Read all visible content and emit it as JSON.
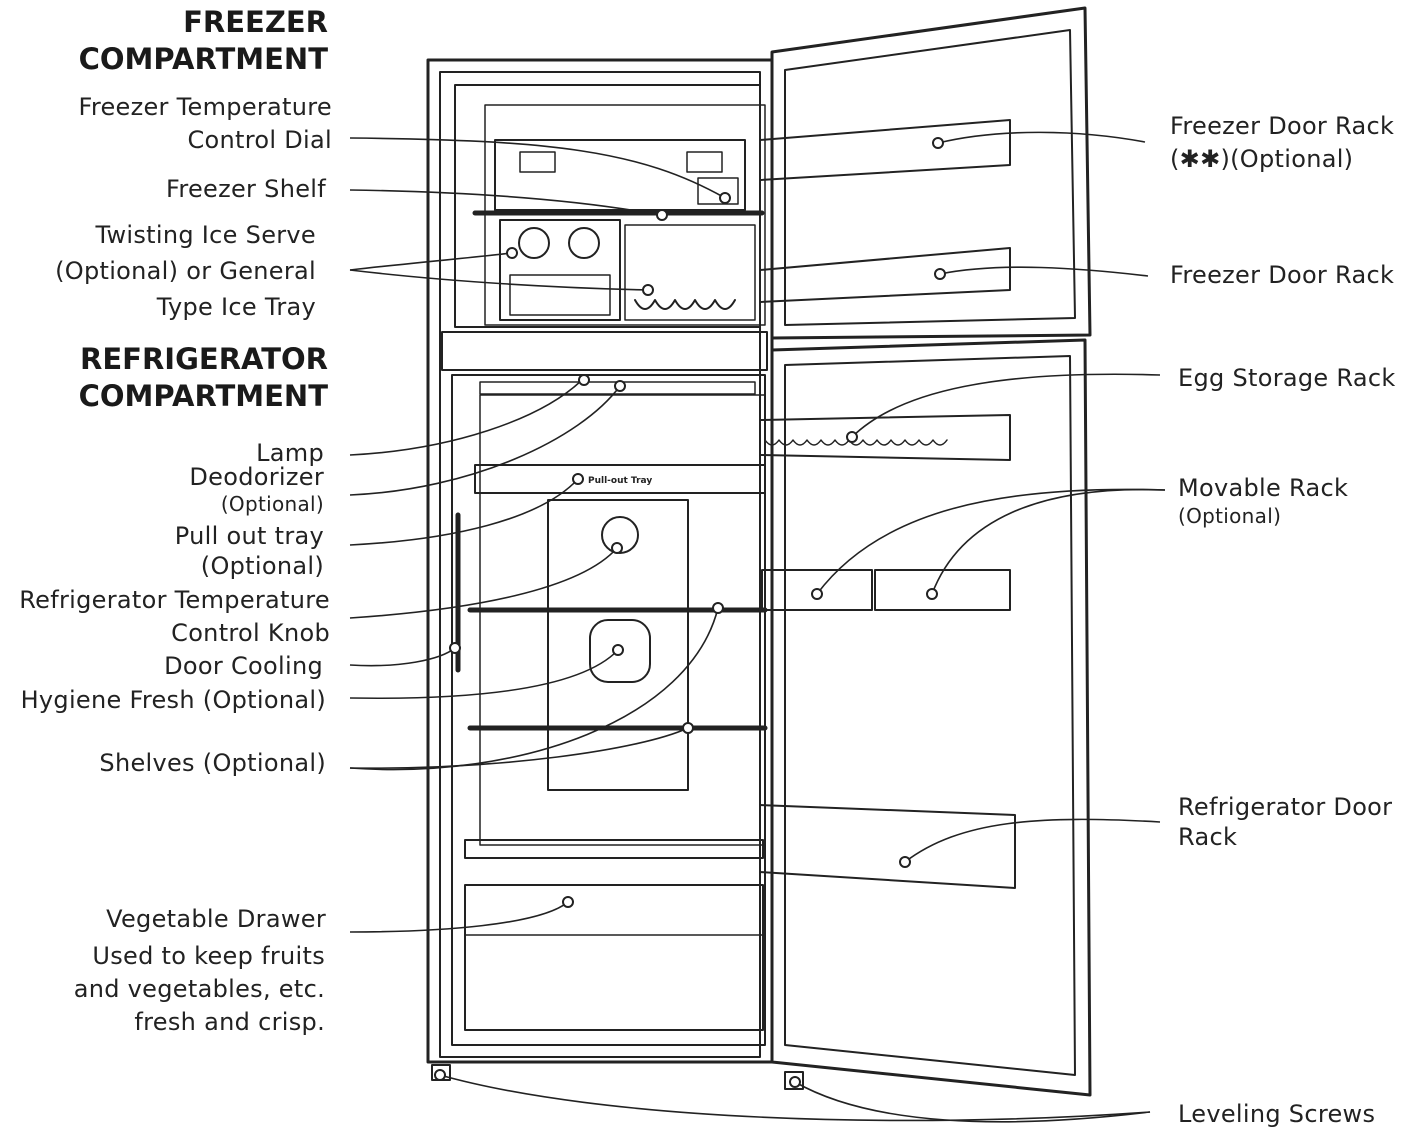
{
  "headings": {
    "freezer": [
      "FREEZER",
      "COMPARTMENT"
    ],
    "refrigerator": [
      "REFRIGERATOR",
      "COMPARTMENT"
    ]
  },
  "left_labels": {
    "freezer_temp_dial": [
      "Freezer Temperature",
      "Control Dial"
    ],
    "freezer_shelf": "Freezer Shelf",
    "ice_serve": [
      "Twisting Ice Serve",
      "(Optional) or General",
      "Type Ice Tray"
    ],
    "lamp": "Lamp",
    "deodorizer": "Deodorizer",
    "deodorizer_optional": "(Optional)",
    "pull_out_tray": "Pull out tray",
    "pull_out_tray_optional": "(Optional)",
    "fridge_temp_knob": [
      "Refrigerator Temperature",
      "Control Knob"
    ],
    "door_cooling": "Door Cooling",
    "hygiene_fresh": "Hygiene Fresh (Optional)",
    "shelves": "Shelves (Optional)",
    "vegetable_drawer": "Vegetable Drawer",
    "vegetable_desc": [
      "Used to keep fruits",
      "and vegetables, etc.",
      "fresh and crisp."
    ]
  },
  "right_labels": {
    "freezer_door_rack_opt": [
      "Freezer Door Rack",
      "(✱✱)(Optional)"
    ],
    "freezer_door_rack": "Freezer Door Rack",
    "egg_storage_rack": "Egg Storage Rack",
    "movable_rack": "Movable Rack",
    "movable_rack_optional": "(Optional)",
    "refrigerator_door_rack": [
      "Refrigerator Door",
      "Rack"
    ],
    "leveling_screws": "Leveling Screws"
  },
  "inline_text": {
    "pull_out_tray_tag": "Pull-out Tray"
  },
  "colors": {
    "line": "#222222",
    "text": "#222222"
  }
}
